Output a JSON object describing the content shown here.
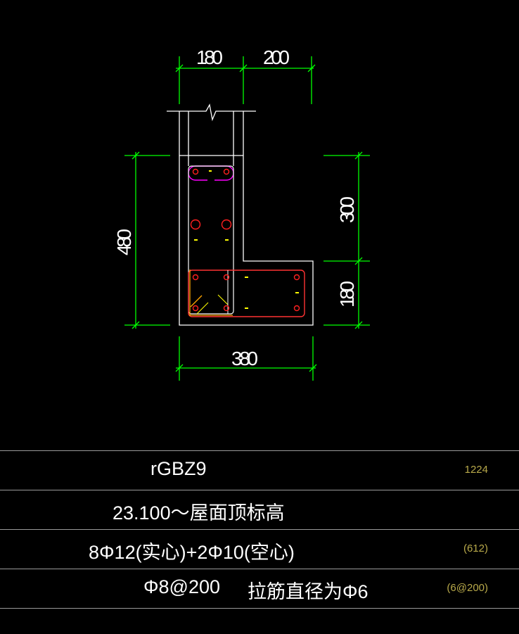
{
  "drawing": {
    "dimensions": {
      "top_left": "180",
      "top_right": "200",
      "left_height": "480",
      "right_upper": "300",
      "right_lower": "180",
      "bottom_width": "380"
    },
    "colors": {
      "dimension": "#00ff00",
      "outline": "#ffffff",
      "rebar": "#ff2020",
      "stirrup_top": "#ff00ff",
      "stirrup_bottom": "#ff3333",
      "tie": "#ffa500",
      "small_labels": "#ffff00"
    }
  },
  "table": {
    "rows": [
      {
        "main": "rGBZ9",
        "note": "1224"
      },
      {
        "main": "23.100～屋面顶标高",
        "note": ""
      },
      {
        "main": "8Φ12(实心)+2Φ10(空心)",
        "note": "(612)"
      },
      {
        "main": "Φ8@200",
        "main2": "拉筋直径为Φ6",
        "note": "(6@200)"
      }
    ]
  }
}
